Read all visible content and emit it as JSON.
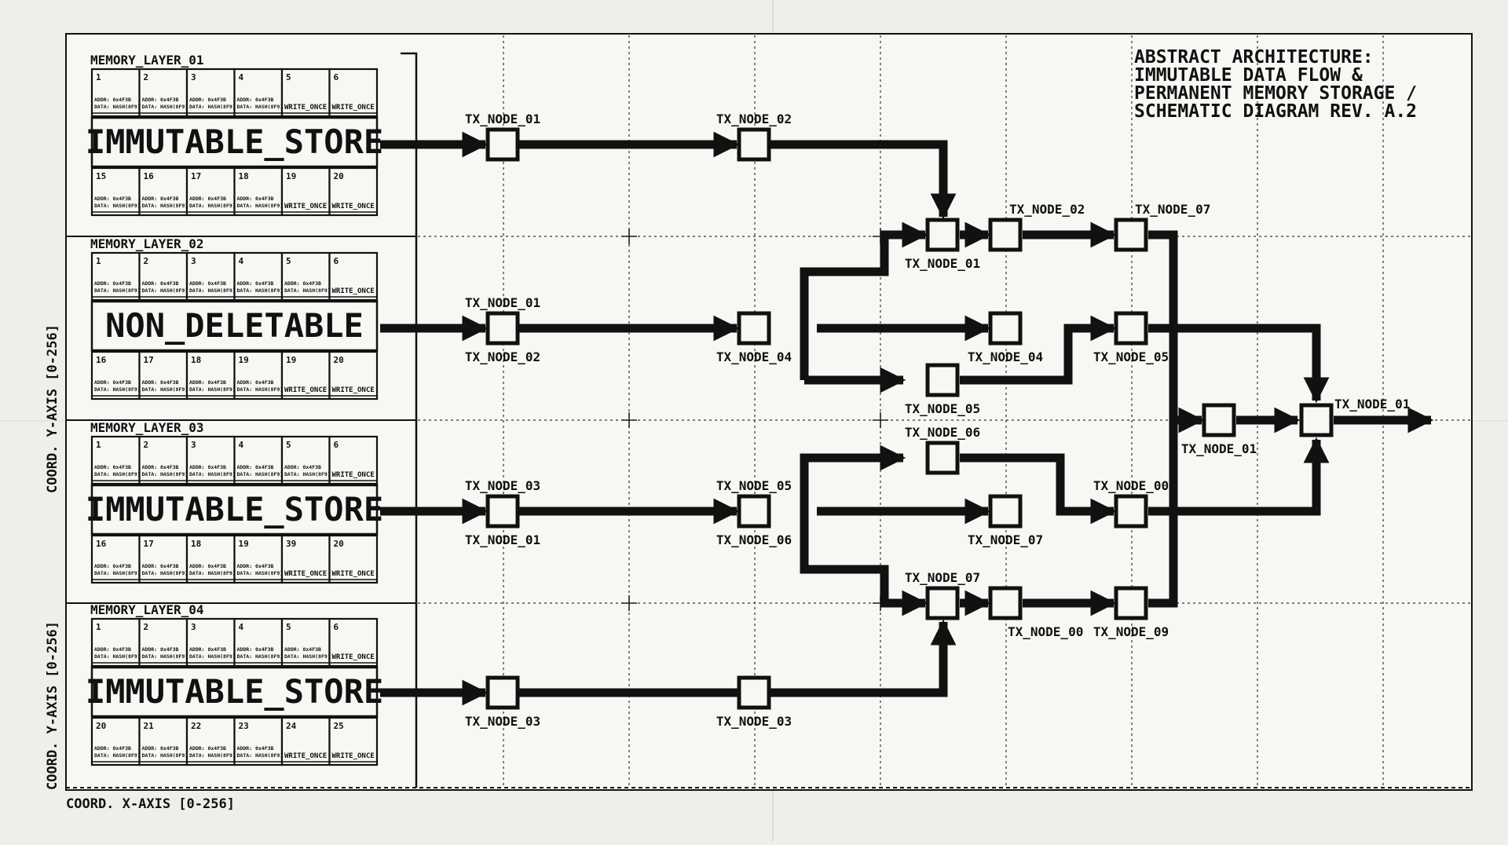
{
  "title_lines": [
    "ABSTRACT ARCHITECTURE:",
    "IMMUTABLE DATA FLOW &",
    "PERMANENT MEMORY STORAGE /",
    "SCHEMATIC DIAGRAM REV. A.2"
  ],
  "axis_labels": {
    "x": "COORD. X-AXIS [0-256]",
    "y_upper": "COORD. Y-AXIS [0-256]",
    "y_lower": "COORD. Y-AXIS [0-256]"
  },
  "layers": [
    {
      "label": "MEMORY_LAYER_01",
      "store": "IMMUTABLE_STORE",
      "top_cells": [
        {
          "num": "1",
          "l1": "ADDR: 0x4F3B",
          "l2": "DATA: HASH(8F9)"
        },
        {
          "num": "2",
          "l1": "ADDR: 0x4F3B",
          "l2": "DATA: HASH(8F9)"
        },
        {
          "num": "3",
          "l1": "ADDR: 0x4F3B",
          "l2": "DATA: HASH(8F9)"
        },
        {
          "num": "4",
          "l1": "ADDR: 0x4F3B",
          "l2": "DATA: HASH(8F9)"
        },
        {
          "num": "5",
          "l1": "",
          "l2": "WRITE_ONCE"
        },
        {
          "num": "6",
          "l1": "",
          "l2": "WRITE_ONCE"
        }
      ],
      "bottom_cells": [
        {
          "num": "15",
          "l1": "ADDR: 0x4F3B",
          "l2": "DATA: HASH(8F9)"
        },
        {
          "num": "16",
          "l1": "ADDR: 0x4F3B",
          "l2": "DATA: HASH(8F9)"
        },
        {
          "num": "17",
          "l1": "ADDR: 0x4F3B",
          "l2": "DATA: HASH(8F9)"
        },
        {
          "num": "18",
          "l1": "ADDR: 0x4F3B",
          "l2": "DATA: HASH(8F9)"
        },
        {
          "num": "19",
          "l1": "",
          "l2": "WRITE_ONCE"
        },
        {
          "num": "20",
          "l1": "",
          "l2": "WRITE_ONCE"
        }
      ]
    },
    {
      "label": "MEMORY_LAYER_02",
      "store": "NON_DELETABLE",
      "top_cells": [
        {
          "num": "1",
          "l1": "ADDR: 0x4F3B",
          "l2": "DATA: HASH(8F9)"
        },
        {
          "num": "2",
          "l1": "ADDR: 0x4F3B",
          "l2": "DATA: HASH(8F9)"
        },
        {
          "num": "3",
          "l1": "ADDR: 0x4F3B",
          "l2": "DATA: HASH(8F9)"
        },
        {
          "num": "4",
          "l1": "ADDR: 0x4F3B",
          "l2": "DATA: HASH(8F9)"
        },
        {
          "num": "5",
          "l1": "ADDR: 0x4F3B",
          "l2": "DATA: HASH(8F9)"
        },
        {
          "num": "6",
          "l1": "",
          "l2": "WRITE_ONCE"
        }
      ],
      "bottom_cells": [
        {
          "num": "16",
          "l1": "ADDR: 0x4F3B",
          "l2": "DATA: HASH(8F9)"
        },
        {
          "num": "17",
          "l1": "ADDR: 0x4F3B",
          "l2": "DATA: HASH(8F9)"
        },
        {
          "num": "18",
          "l1": "ADDR: 0x4F3B",
          "l2": "DATA: HASH(8F9)"
        },
        {
          "num": "19",
          "l1": "ADDR: 0x4F3B",
          "l2": "DATA: HASH(8F9)"
        },
        {
          "num": "19",
          "l1": "",
          "l2": "WRITE_ONCE"
        },
        {
          "num": "20",
          "l1": "",
          "l2": "WRITE_ONCE"
        }
      ]
    },
    {
      "label": "MEMORY_LAYER_03",
      "store": "IMMUTABLE_STORE",
      "top_cells": [
        {
          "num": "1",
          "l1": "ADDR: 0x4F3B",
          "l2": "DATA: HASH(8F9)"
        },
        {
          "num": "2",
          "l1": "ADDR: 0x4F3B",
          "l2": "DATA: HASH(8F9)"
        },
        {
          "num": "3",
          "l1": "ADDR: 0x4F3B",
          "l2": "DATA: HASH(8F9)"
        },
        {
          "num": "4",
          "l1": "ADDR: 0x4F3B",
          "l2": "DATA: HASH(8F9)"
        },
        {
          "num": "5",
          "l1": "ADDR: 0x4F3B",
          "l2": "DATA: HASH(8F9)"
        },
        {
          "num": "6",
          "l1": "",
          "l2": "WRITE_ONCE"
        }
      ],
      "bottom_cells": [
        {
          "num": "16",
          "l1": "ADDR: 0x4F3B",
          "l2": "DATA: HASH(8F9)"
        },
        {
          "num": "17",
          "l1": "ADDR: 0x4F3B",
          "l2": "DATA: HASH(8F9)"
        },
        {
          "num": "18",
          "l1": "ADDR: 0x4F3B",
          "l2": "DATA: HASH(8F9)"
        },
        {
          "num": "19",
          "l1": "ADDR: 0x4F3B",
          "l2": "DATA: HASH(8F9)"
        },
        {
          "num": "39",
          "l1": "",
          "l2": "WRITE_ONCE"
        },
        {
          "num": "20",
          "l1": "",
          "l2": "WRITE_ONCE"
        }
      ]
    },
    {
      "label": "MEMORY_LAYER_04",
      "store": "IMMUTABLE_STORE",
      "top_cells": [
        {
          "num": "1",
          "l1": "ADDR: 0x4F3B",
          "l2": "DATA: HASH(8F9)"
        },
        {
          "num": "2",
          "l1": "ADDR: 0x4F3B",
          "l2": "DATA: HASH(8F9)"
        },
        {
          "num": "3",
          "l1": "ADDR: 0x4F3B",
          "l2": "DATA: HASH(8F9)"
        },
        {
          "num": "4",
          "l1": "ADDR: 0x4F3B",
          "l2": "DATA: HASH(8F9)"
        },
        {
          "num": "5",
          "l1": "ADDR: 0x4F3B",
          "l2": "DATA: HASH(8F9)"
        },
        {
          "num": "6",
          "l1": "",
          "l2": "WRITE_ONCE"
        }
      ],
      "bottom_cells": [
        {
          "num": "20",
          "l1": "ADDR: 0x4F3B",
          "l2": "DATA: HASH(8F9)"
        },
        {
          "num": "21",
          "l1": "ADDR: 0x4F3B",
          "l2": "DATA: HASH(8F9)"
        },
        {
          "num": "22",
          "l1": "ADDR: 0x4F3B",
          "l2": "DATA: HASH(8F9)"
        },
        {
          "num": "23",
          "l1": "ADDR: 0x4F3B",
          "l2": "DATA: HASH(8F9)"
        },
        {
          "num": "24",
          "l1": "",
          "l2": "WRITE_ONCE"
        },
        {
          "num": "25",
          "l1": "",
          "l2": "WRITE_ONCE"
        }
      ]
    }
  ],
  "node_labels": {
    "r1a": "TX_NODE_01",
    "r1b": "TX_NODE_02",
    "r2a": "TX_NODE_01",
    "r2a_below": "TX_NODE_02",
    "r2b": "TX_NODE_04",
    "r3a": "TX_NODE_03",
    "r3a_below": "TX_NODE_01",
    "r3b": "TX_NODE_05",
    "r3b_below": "TX_NODE_06",
    "r4a": "TX_NODE_03",
    "r4b": "TX_NODE_03",
    "m1": "TX_NODE_01",
    "m2": "TX_NODE_02",
    "m3": "TX_NODE_07",
    "m4": "TX_NODE_04",
    "m5": "TX_NODE_05",
    "m6": "TX_NODE_05",
    "m7": "TX_NODE_06",
    "m8": "TX_NODE_07",
    "m9": "TX_NODE_00",
    "m10": "TX_NODE_07",
    "m11": "TX_NODE_00",
    "m12": "TX_NODE_09",
    "m13": "TX_NODE_01",
    "m14": "TX_NODE_01"
  }
}
